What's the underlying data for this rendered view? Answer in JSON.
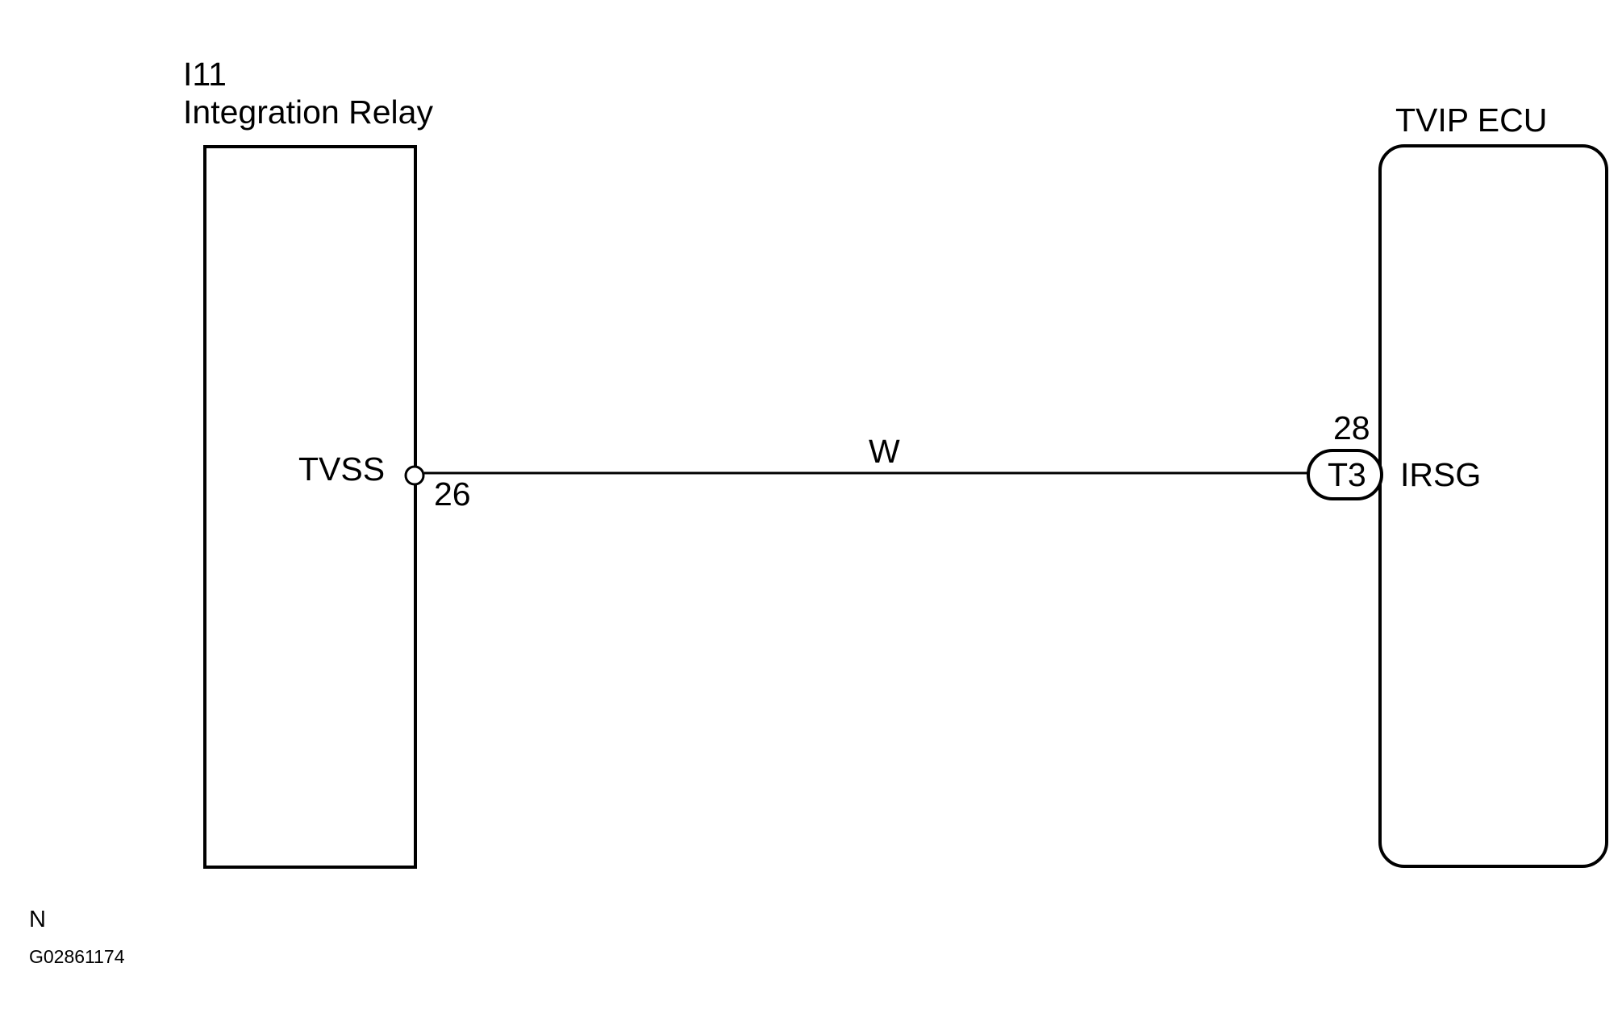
{
  "left_component": {
    "code": "I11",
    "name": "Integration Relay",
    "terminal_name": "TVSS",
    "pin": "26"
  },
  "right_component": {
    "name": "TVIP ECU",
    "terminal_name": "IRSG",
    "pin": "28",
    "connector": "T3"
  },
  "wire": {
    "color_code": "W"
  },
  "footer": {
    "system_code": "N",
    "figure_id": "G02861174"
  }
}
